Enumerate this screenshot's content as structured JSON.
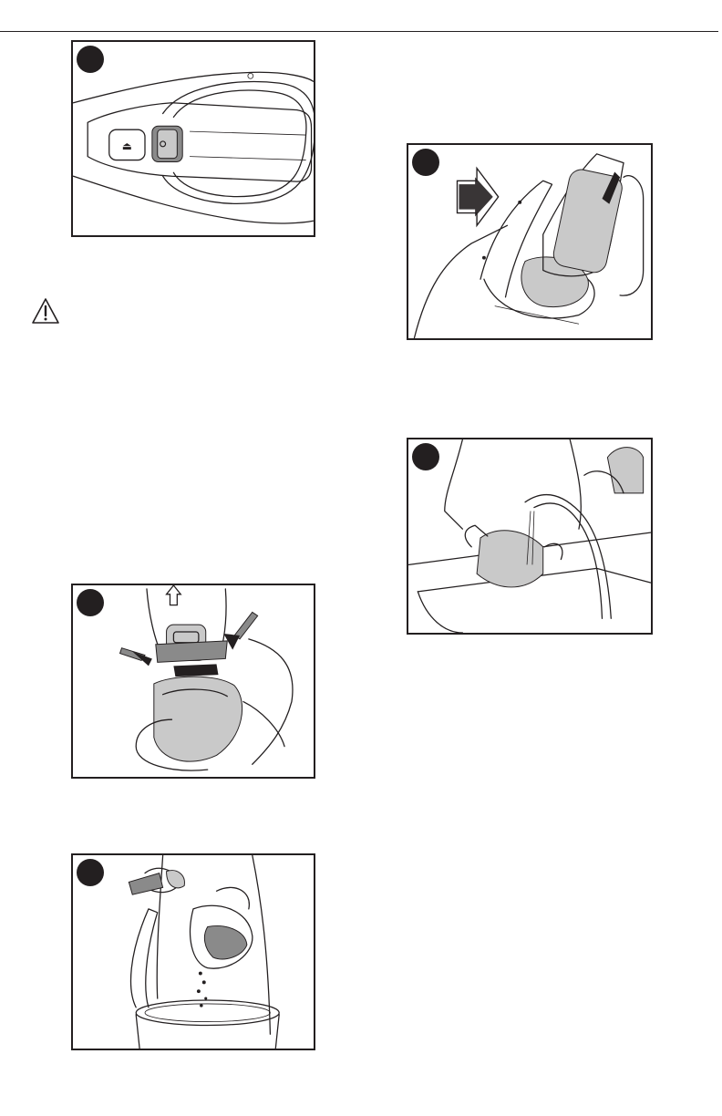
{
  "figures": [
    {
      "name": "fig-power-switch",
      "subject": "handvac-top-switch"
    },
    {
      "name": "fig-release-bowl",
      "subject": "press-release-buttons"
    },
    {
      "name": "fig-empty-bowl",
      "subject": "empty-into-bin"
    },
    {
      "name": "fig-remove-filter",
      "subject": "pull-filter-out"
    },
    {
      "name": "fig-wash-bowl",
      "subject": "rinse-under-tap"
    }
  ],
  "icons": {
    "warning": "warning-triangle-icon",
    "step_badge": "step-badge-icon",
    "arrow": "direction-arrow-icon"
  },
  "colors": {
    "ink": "#231f20",
    "shade": "#8a8a8a",
    "light_shade": "#c9c9c9",
    "paper": "#ffffff"
  }
}
